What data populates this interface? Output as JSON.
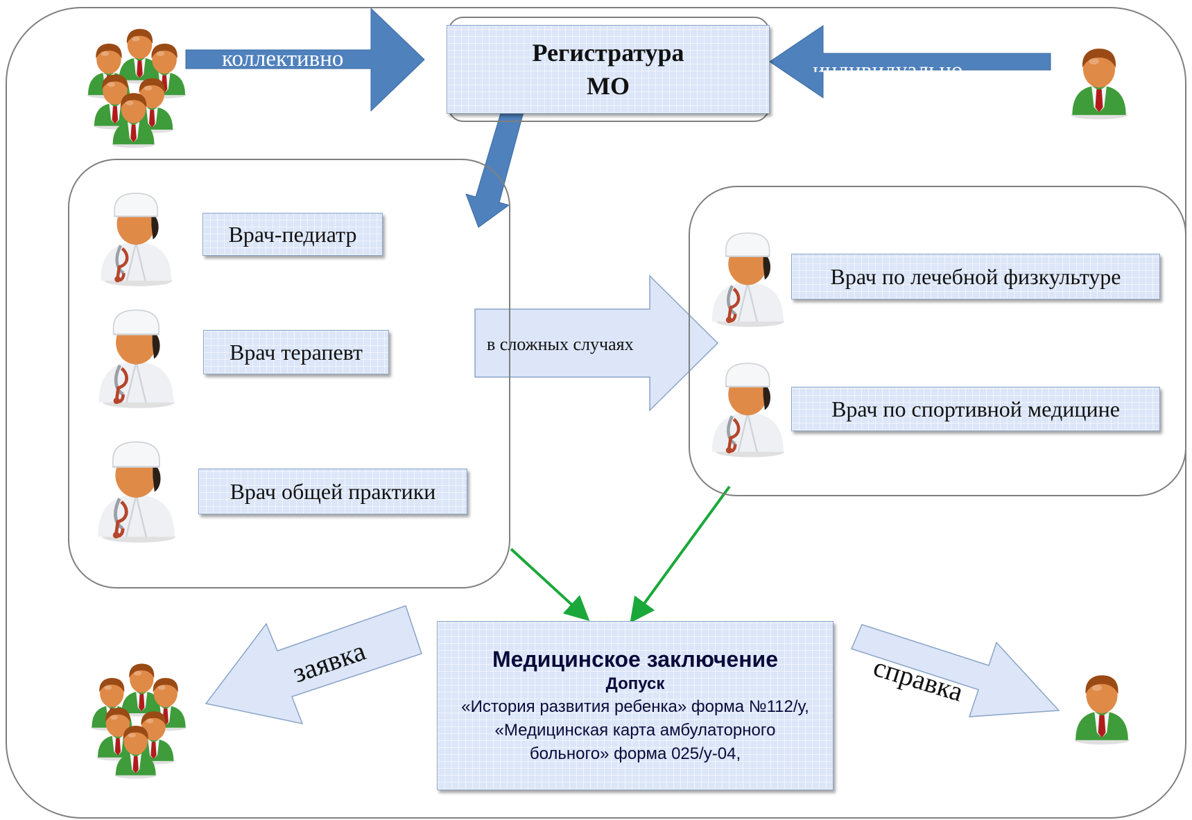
{
  "registry": {
    "line1": "Регистратура",
    "line2": "МО"
  },
  "arrows": {
    "collective": "коллективно",
    "individual": "индивидуально",
    "complex": "в сложных случаях",
    "request": "заявка",
    "certificate": "справка"
  },
  "primary_doctors": [
    {
      "label": "Врач-педиатр"
    },
    {
      "label": "Врач терапевт"
    },
    {
      "label": "Врач общей практики"
    }
  ],
  "specialist_doctors": [
    {
      "label": "Врач по лечебной физкультуре"
    },
    {
      "label": "Врач по спортивной медицине"
    }
  ],
  "conclusion": {
    "title": "Медицинское заключение",
    "subtitle": "Допуск",
    "body": "«История развития ребенка» форма №112/у, «Медицинская карта амбулаторного больного» форма 025/у-04,"
  },
  "colors": {
    "box_fill": "#dce6f8",
    "arrow_blue": "#4f81bd",
    "arrow_green": "#1aa83a",
    "person_green": "#3e9c3a",
    "tie_red": "#b01c1c",
    "skin": "#e08a48",
    "hair": "#9a4a14"
  },
  "icons": {
    "group": "people-group-icon",
    "person": "person-icon",
    "doctor": "doctor-icon"
  }
}
